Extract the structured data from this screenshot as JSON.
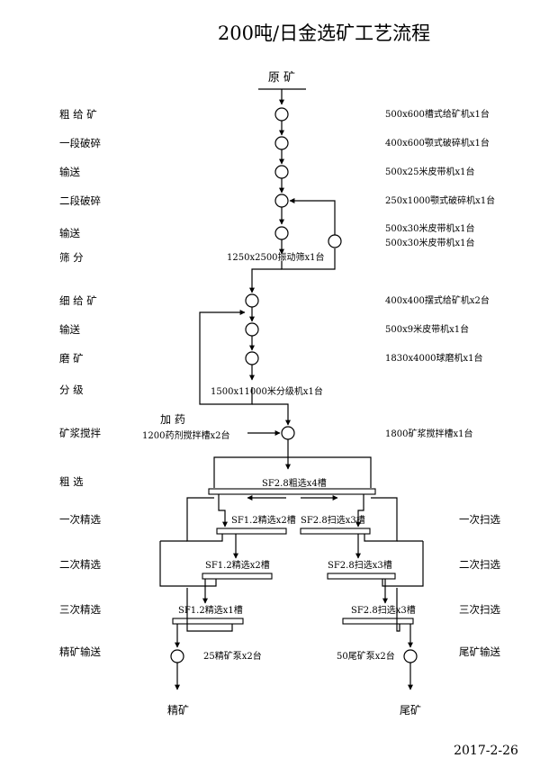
{
  "title": "200吨/日金选矿工艺流程",
  "date": "2017-2-26",
  "feed_label": "原  矿",
  "left_labels": {
    "coarse_feed": "粗 给 矿",
    "crush1": "一段破碎",
    "convey1": "输送",
    "crush2": "二段破碎",
    "convey2": "输送",
    "screen": "筛    分",
    "fine_feed": "细 给 矿",
    "convey3": "输送",
    "grind": "磨    矿",
    "classify": "分    级",
    "slurry_mix": "矿浆搅拌",
    "rougher": "粗    选",
    "clean1": "一次精选",
    "clean2": "二次精选",
    "clean3": "三次精选",
    "conc_transport": "精矿输送"
  },
  "right_labels": {
    "scav1": "一次扫选",
    "scav2": "二次扫选",
    "scav3": "三次扫选",
    "tail_transport": "尾矿输送"
  },
  "equipment": {
    "feeder1": "500x600槽式给矿机x1台",
    "jaw_crusher": "400x600颚式破碎机x1台",
    "belt1": "500x25米皮带机x1台",
    "crusher2": "250x1000颚式破碎机x1台",
    "belt2a": "500x30米皮带机x1台",
    "belt2b": "500x30米皮带机x1台",
    "screen": "1250x2500振动筛x1台",
    "feeder2": "400x400摆式给矿机x2台",
    "belt3": "500x9米皮带机x1台",
    "ball_mill": "1830x4000球磨机x1台",
    "classifier": "1500x11000米分级机x1台",
    "reagent_label": "加    药",
    "reagent_tank": "1200药剂搅拌槽x2台",
    "slurry_tank": "1800矿浆搅拌槽x1台",
    "rougher_cell": "SF2.8粗选x4槽",
    "clean1_cell": "SF1.2精选x2槽",
    "scav1_cell": "SF2.8扫选x3槽",
    "clean2_cell": "SF1.2精选x2槽",
    "scav2_cell": "SF2.8扫选x3槽",
    "clean3_cell": "SF1.2精选x1槽",
    "scav3_cell": "SF2.8扫选x3槽",
    "conc_pump": "25精矿泵x2台",
    "tail_pump": "50尾矿泵x2台"
  },
  "products": {
    "concentrate": "精矿",
    "tailings": "尾矿"
  }
}
